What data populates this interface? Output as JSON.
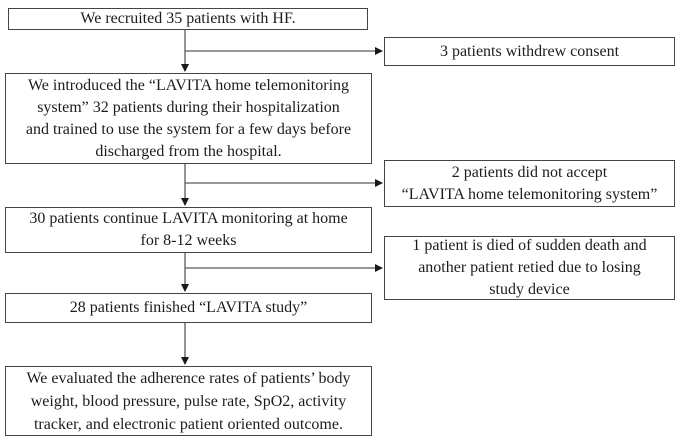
{
  "diagram": {
    "type": "flowchart",
    "topic": "LAVITA heart-failure home telemonitoring study patient flow",
    "colors": {
      "background": "#ffffff",
      "box_border": "#454545",
      "arrow_line": "#5a5a5a",
      "arrowhead": "#1a1a1a",
      "text": "#1c1c1c"
    },
    "main_flow": [
      {
        "id": "recruited",
        "text": "We recruited 35 patients with HF."
      },
      {
        "id": "introduced",
        "text": "We introduced the “LAVITA home telemonitoring\nsystem” 32 patients during their hospitalization\nand trained to use the system for a few days before\ndischarged from the hospital."
      },
      {
        "id": "continue",
        "text": "30 patients continue LAVITA monitoring at home\nfor 8-12 weeks"
      },
      {
        "id": "finished",
        "text": "28 patients finished “LAVITA study”"
      },
      {
        "id": "evaluated",
        "text": "We evaluated the adherence rates of patients’ body\nweight, blood pressure, pulse rate, SpO2, activity\ntracker, and electronic patient oriented outcome."
      }
    ],
    "exclusions": [
      {
        "id": "withdrew-consent",
        "text": "3 patients withdrew consent"
      },
      {
        "id": "did-not-accept",
        "text": "2 patients did not accept\n“LAVITA home telemonitoring system”"
      },
      {
        "id": "died-or-retired",
        "text": "1 patient is died of sudden death and\nanother patient retied due to losing\nstudy device"
      }
    ]
  }
}
